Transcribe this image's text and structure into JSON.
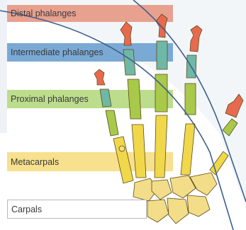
{
  "labels": {
    "distal": "Distal phalanges",
    "intermediate": "Intermediate phalanges",
    "proximal": "Proximal phalanges",
    "metacarpals": "Metacarpals",
    "carpals": "Carpals"
  },
  "colors": {
    "distal": "#e8a08f",
    "intermediate": "#7aa9d4",
    "proximal": "#bcdd8c",
    "metacarpals": "#f7e08e",
    "carpals_border": "#b9b9b9",
    "bone_distal": "#e86a4e",
    "bone_intermediate": "#6fb8a6",
    "bone_proximal": "#a8c94a",
    "bone_metacarpal": "#f0d84a",
    "bone_carpal": "#f3dd88",
    "outline": "#3d5f8a"
  }
}
